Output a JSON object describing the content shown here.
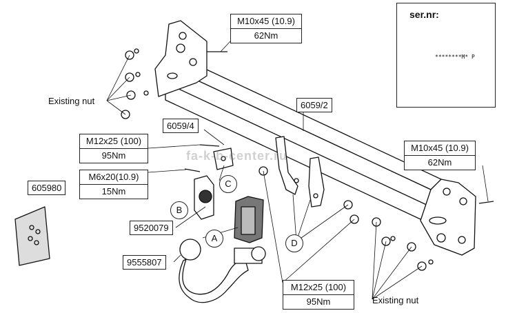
{
  "callouts": {
    "bolt_top": {
      "spec": "M10x45 (10.9)",
      "torque": "62Nm"
    },
    "bolt_right": {
      "spec": "M10x45 (10.9)",
      "torque": "62Nm"
    },
    "bolt_m12_left": {
      "spec": "M12x25 (100)",
      "torque": "95Nm"
    },
    "bolt_m6": {
      "spec": "M6x20(10.9)",
      "torque": "15Nm"
    },
    "bolt_m12_bottom": {
      "spec": "M12x25 (100)",
      "torque": "95Nm"
    }
  },
  "labels": {
    "existing_nut_left": "Existing nut",
    "existing_nut_bottom": "Existing nut",
    "part_crossbar": "6059/2",
    "part_bracket": "6059/4",
    "part_socket_plate": "9520079",
    "part_tow_ball": "9555807",
    "part_kit": "605980",
    "letters": [
      "A",
      "B",
      "C",
      "D"
    ]
  },
  "serial": {
    "label": "ser.nr:",
    "code": "********M* P",
    "warning_icon": "warning-triangle-icon"
  },
  "watermark": "fa-k-b-center.ru"
}
